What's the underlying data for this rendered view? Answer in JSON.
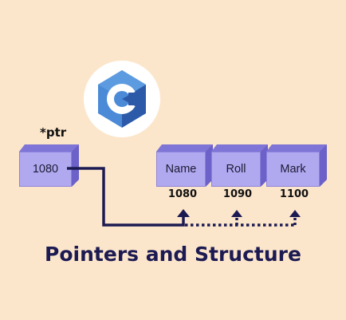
{
  "pointer": {
    "label": "*ptr",
    "value": "1080"
  },
  "structure_fields": [
    {
      "name": "Name",
      "address": "1080"
    },
    {
      "name": "Roll",
      "address": "1090"
    },
    {
      "name": "Mark",
      "address": "1100"
    }
  ],
  "title": "Pointers and Structure",
  "logo": {
    "icon": "c-language-logo-icon",
    "text": "C"
  },
  "colors": {
    "background": "#FCE6CB",
    "box_face": "#B1A9F0",
    "box_top": "#7E75D6",
    "box_side": "#6B61C9",
    "arrow": "#1C1A52",
    "title": "#1C1A52",
    "logo_hex_dark": "#2D5AA8",
    "logo_hex_light": "#4A8AD6"
  }
}
